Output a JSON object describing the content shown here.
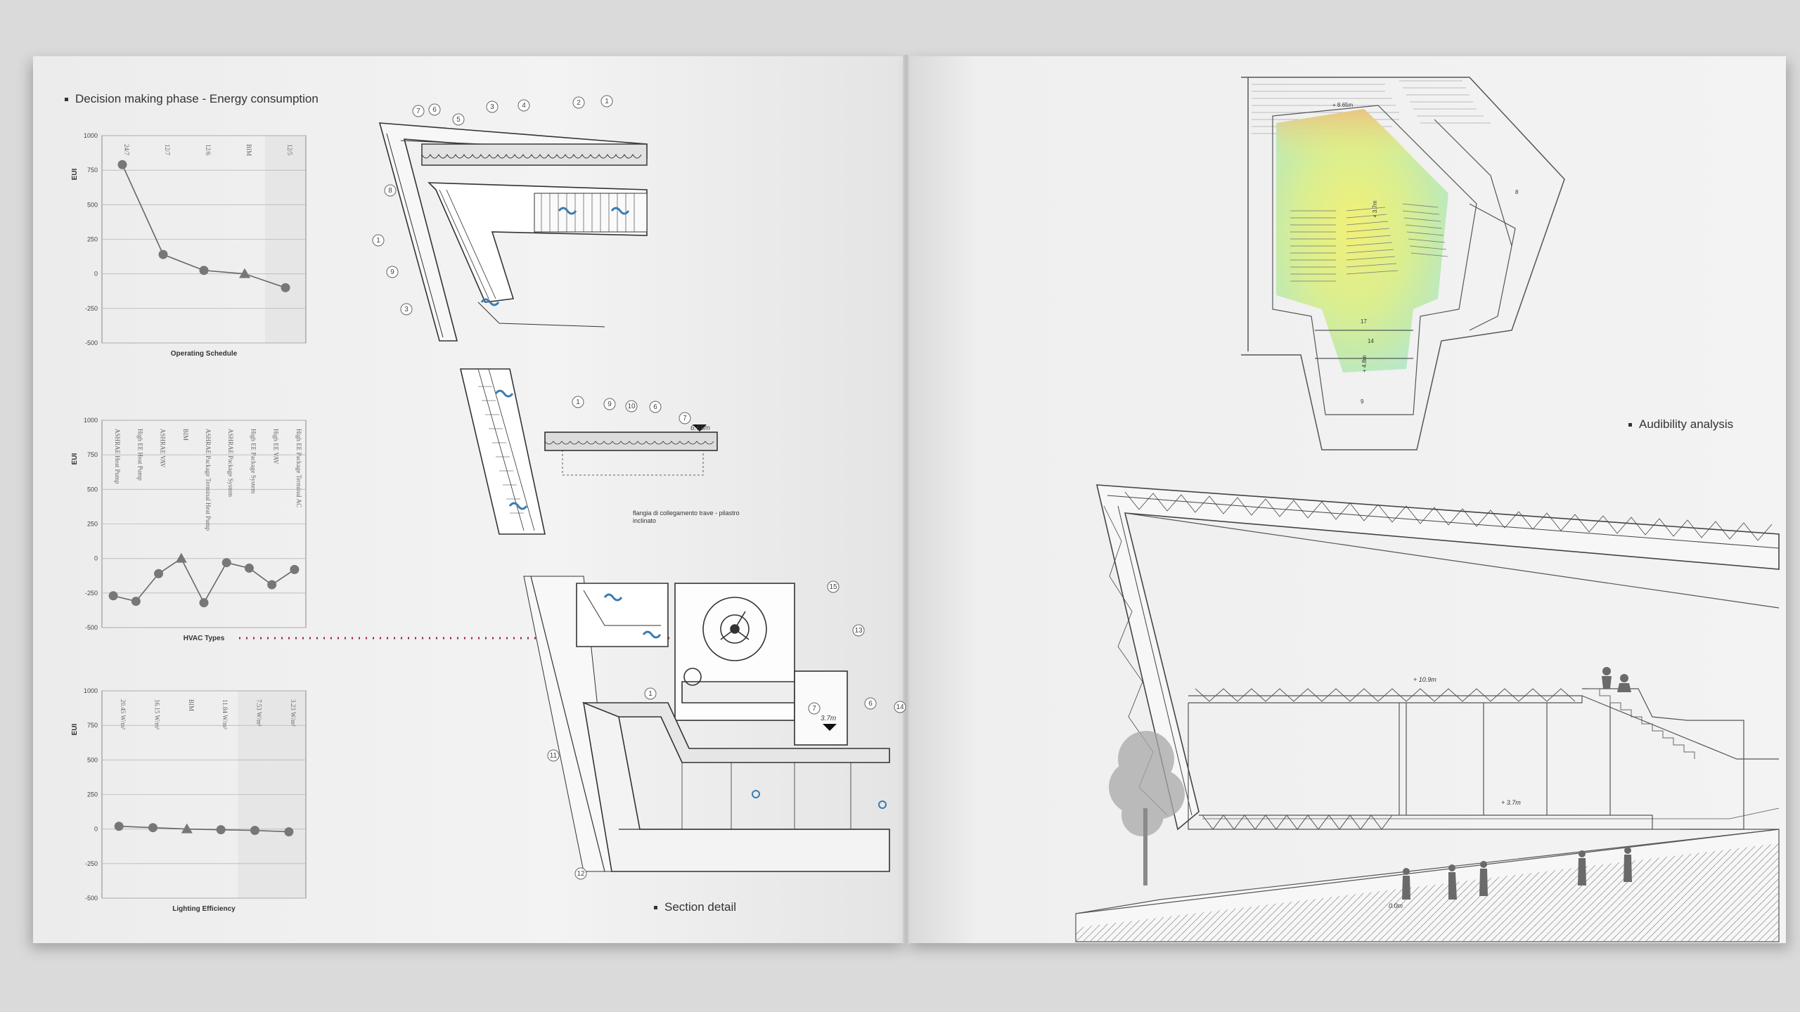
{
  "left_page": {
    "header": "Decision making phase - Energy consumption",
    "section_detail_label": "Section detail",
    "detail_note": "flangia di collegamento trave - pilastro inclinato",
    "elevation_1": "6.65m",
    "elevation_2": "3.7m",
    "callouts_top": [
      "7",
      "6",
      "5",
      "3",
      "4",
      "2",
      "1",
      "8",
      "1",
      "9",
      "3"
    ],
    "callouts_mid": [
      "1",
      "9",
      "10",
      "6",
      "7"
    ],
    "callouts_bottom": [
      "15",
      "13",
      "1",
      "7",
      "6",
      "14",
      "11",
      "12"
    ]
  },
  "right_page": {
    "audibility_label": "Audibility analysis",
    "plan_labels": {
      "elev_a": "+ 8.65m",
      "elev_b": "+ 3.7m",
      "elev_c": "+ 4.8m",
      "room_17": "17",
      "room_14": "14",
      "room_8": "8",
      "room_9": "9"
    },
    "section_levels": {
      "top": "+ 10.9m",
      "mid": "+ 3.7m",
      "ground": "0.0m"
    }
  },
  "chart_data": [
    {
      "type": "line",
      "xlabel": "Operating Schedule",
      "ylabel": "EUI",
      "ylim": [
        -500,
        1000
      ],
      "yticks": [
        -500,
        -250,
        0,
        250,
        500,
        750,
        1000
      ],
      "categories": [
        "24/7",
        "12/7",
        "12/6",
        "BIM",
        "12/5"
      ],
      "values": [
        790,
        140,
        25,
        0,
        -100
      ],
      "baseline_index": 3,
      "highlight_index": 4
    },
    {
      "type": "line",
      "xlabel": "HVAC Types",
      "ylabel": "EUI",
      "ylim": [
        -500,
        1000
      ],
      "yticks": [
        -500,
        -250,
        0,
        250,
        500,
        750,
        1000
      ],
      "categories": [
        "ASHRAE Heat Pump",
        "High EE Heat Pump",
        "ASHRAE VAV",
        "BIM",
        "ASHRAE Package Terminal Heat Pump",
        "ASHRAE Package System",
        "High EE Package System",
        "High EE VAV",
        "High EE Package Terminal AC"
      ],
      "values": [
        -270,
        -310,
        -110,
        0,
        -320,
        -30,
        -70,
        -190,
        -80
      ],
      "baseline_index": 3
    },
    {
      "type": "line",
      "xlabel": "Lighting Efficiency",
      "ylabel": "EUI",
      "ylim": [
        -500,
        1000
      ],
      "yticks": [
        -500,
        -250,
        0,
        250,
        500,
        750,
        1000
      ],
      "categories": [
        "20.45 W/m²",
        "16.15 W/m²",
        "BIM",
        "11.84 W/m²",
        "7.53 W/m²",
        "3.23 W/m²"
      ],
      "values": [
        20,
        10,
        0,
        -5,
        -10,
        -20
      ],
      "baseline_index": 2,
      "highlight_indices": [
        4,
        5
      ]
    }
  ],
  "colors": {
    "grid": "#b8b8b8",
    "line": "#666666",
    "point": "#777777",
    "link": "#9c2a3c",
    "heat_yellow": "#f2f06a",
    "heat_green": "#c9ed8a",
    "heat_cyan": "#a6e6e3",
    "heat_orange": "#f4b978"
  }
}
